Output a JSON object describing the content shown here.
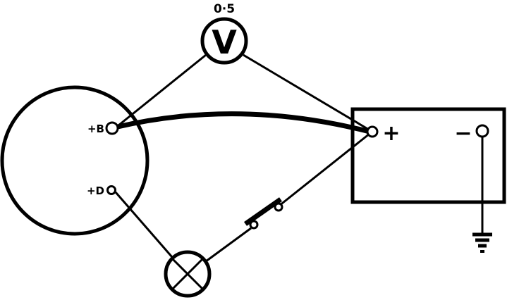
{
  "voltmeter": {
    "reading": "0·5",
    "symbol": "V"
  },
  "alternator": {
    "b_terminal": "+B",
    "d_terminal": "+D"
  },
  "battery": {
    "positive": "+",
    "negative": "−"
  }
}
